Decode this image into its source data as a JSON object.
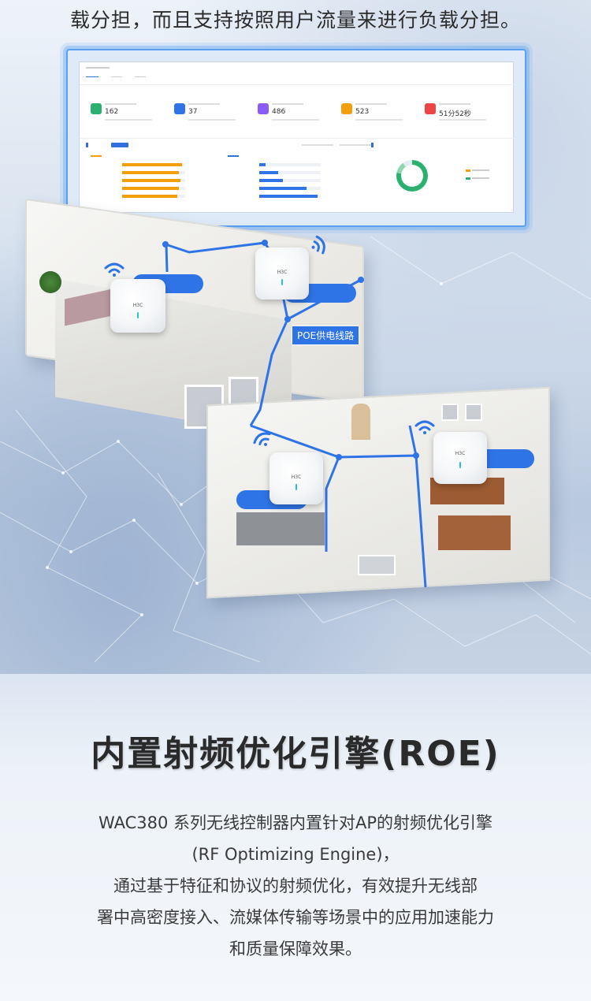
{
  "header": {
    "text": "载分担，而且支持按照用户流量来进行负载分担。"
  },
  "dashboard": {
    "stats": [
      {
        "value": "162",
        "color": "#2ab170"
      },
      {
        "value": "37",
        "color": "#2f74e6"
      },
      {
        "value": "486",
        "color": "#8b5cf6"
      },
      {
        "value": "523",
        "color": "#f59e0b"
      },
      {
        "value": "51分52秒",
        "color": "#ef4444"
      }
    ],
    "accent_color": "#2f6fe0"
  },
  "diagram": {
    "poe_label": "POE供电线路",
    "ap_logo": "H3C",
    "line_color": "#2f74e6"
  },
  "feature": {
    "title": "内置射频优化引擎(ROE)",
    "description_lines": [
      "WAC380 系列无线控制器内置针对AP的射频优化引擎",
      "(RF Optimizing Engine)，",
      "通过基于特征和协议的射频优化，有效提升无线部",
      "署中高密度接入、流媒体传输等场景中的应用加速能力",
      "和质量保障效果。"
    ]
  }
}
